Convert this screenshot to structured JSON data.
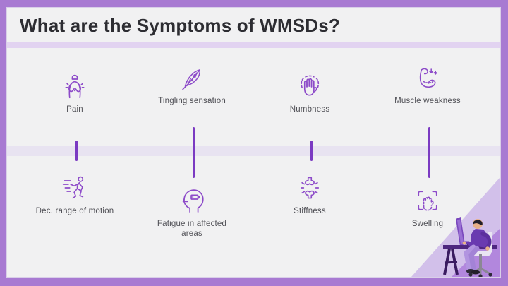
{
  "slide": {
    "title": "What are the Symptoms of WMSDs?"
  },
  "colors": {
    "frame_purple": "#a87ad2",
    "card_background": "#f1f1f2",
    "divider_lavender": "#e2d3f1",
    "timeline_band": "#e8e3f1",
    "icon_purple": "#8d4bc9",
    "connector_purple": "#7b3ac2",
    "title_text": "#2d2d32",
    "label_text": "#505056",
    "wedge_light": "#d2c0ea",
    "wedge_medium": "#b287dd"
  },
  "symptoms": [
    {
      "label": "Pain",
      "icon": "back-pain-icon",
      "position": "top-row-1"
    },
    {
      "label": "Tingling sensation",
      "icon": "feather-icon",
      "position": "top-row-2"
    },
    {
      "label": "Numbness",
      "icon": "numb-hand-icon",
      "position": "top-row-3"
    },
    {
      "label": "Muscle weakness",
      "icon": "weak-muscle-icon",
      "position": "top-row-4"
    },
    {
      "label": "Dec. range of motion",
      "icon": "running-figure-icon",
      "position": "bottom-row-1"
    },
    {
      "label": "Fatigue in affected areas",
      "icon": "low-battery-head-icon",
      "position": "bottom-row-2"
    },
    {
      "label": "Stiffness",
      "icon": "stiff-joint-icon",
      "position": "bottom-row-3"
    },
    {
      "label": "Swelling",
      "icon": "swollen-hand-icon",
      "position": "bottom-row-4"
    }
  ],
  "illustration": {
    "name": "person-with-back-pain-at-desk"
  }
}
